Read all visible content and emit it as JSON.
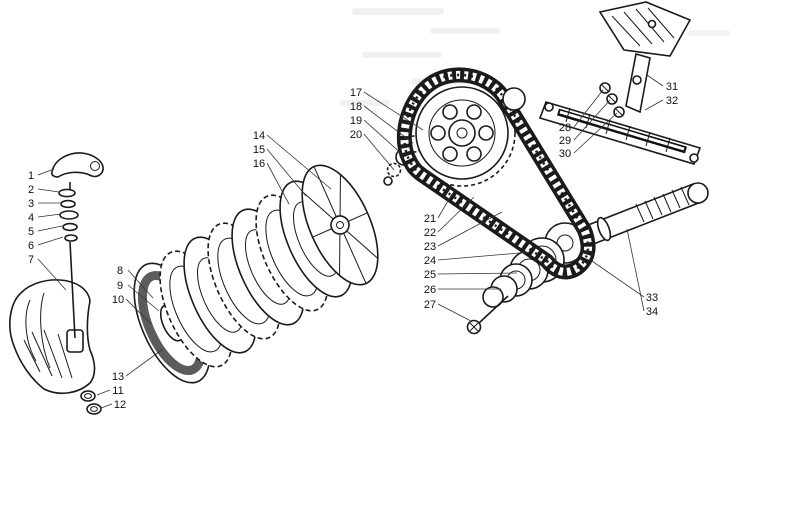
{
  "figure": {
    "kind": "exploded-parts-diagram"
  },
  "colors": {
    "line": "#1a1a1a",
    "paper": "#ffffff"
  },
  "callouts": [
    "1",
    "2",
    "3",
    "4",
    "5",
    "6",
    "7",
    "8",
    "9",
    "10",
    "11",
    "12",
    "13",
    "14",
    "15",
    "16",
    "17",
    "18",
    "19",
    "20",
    "21",
    "22",
    "23",
    "24",
    "25",
    "26",
    "27",
    "28",
    "29",
    "30",
    "31",
    "32",
    "33",
    "34"
  ]
}
